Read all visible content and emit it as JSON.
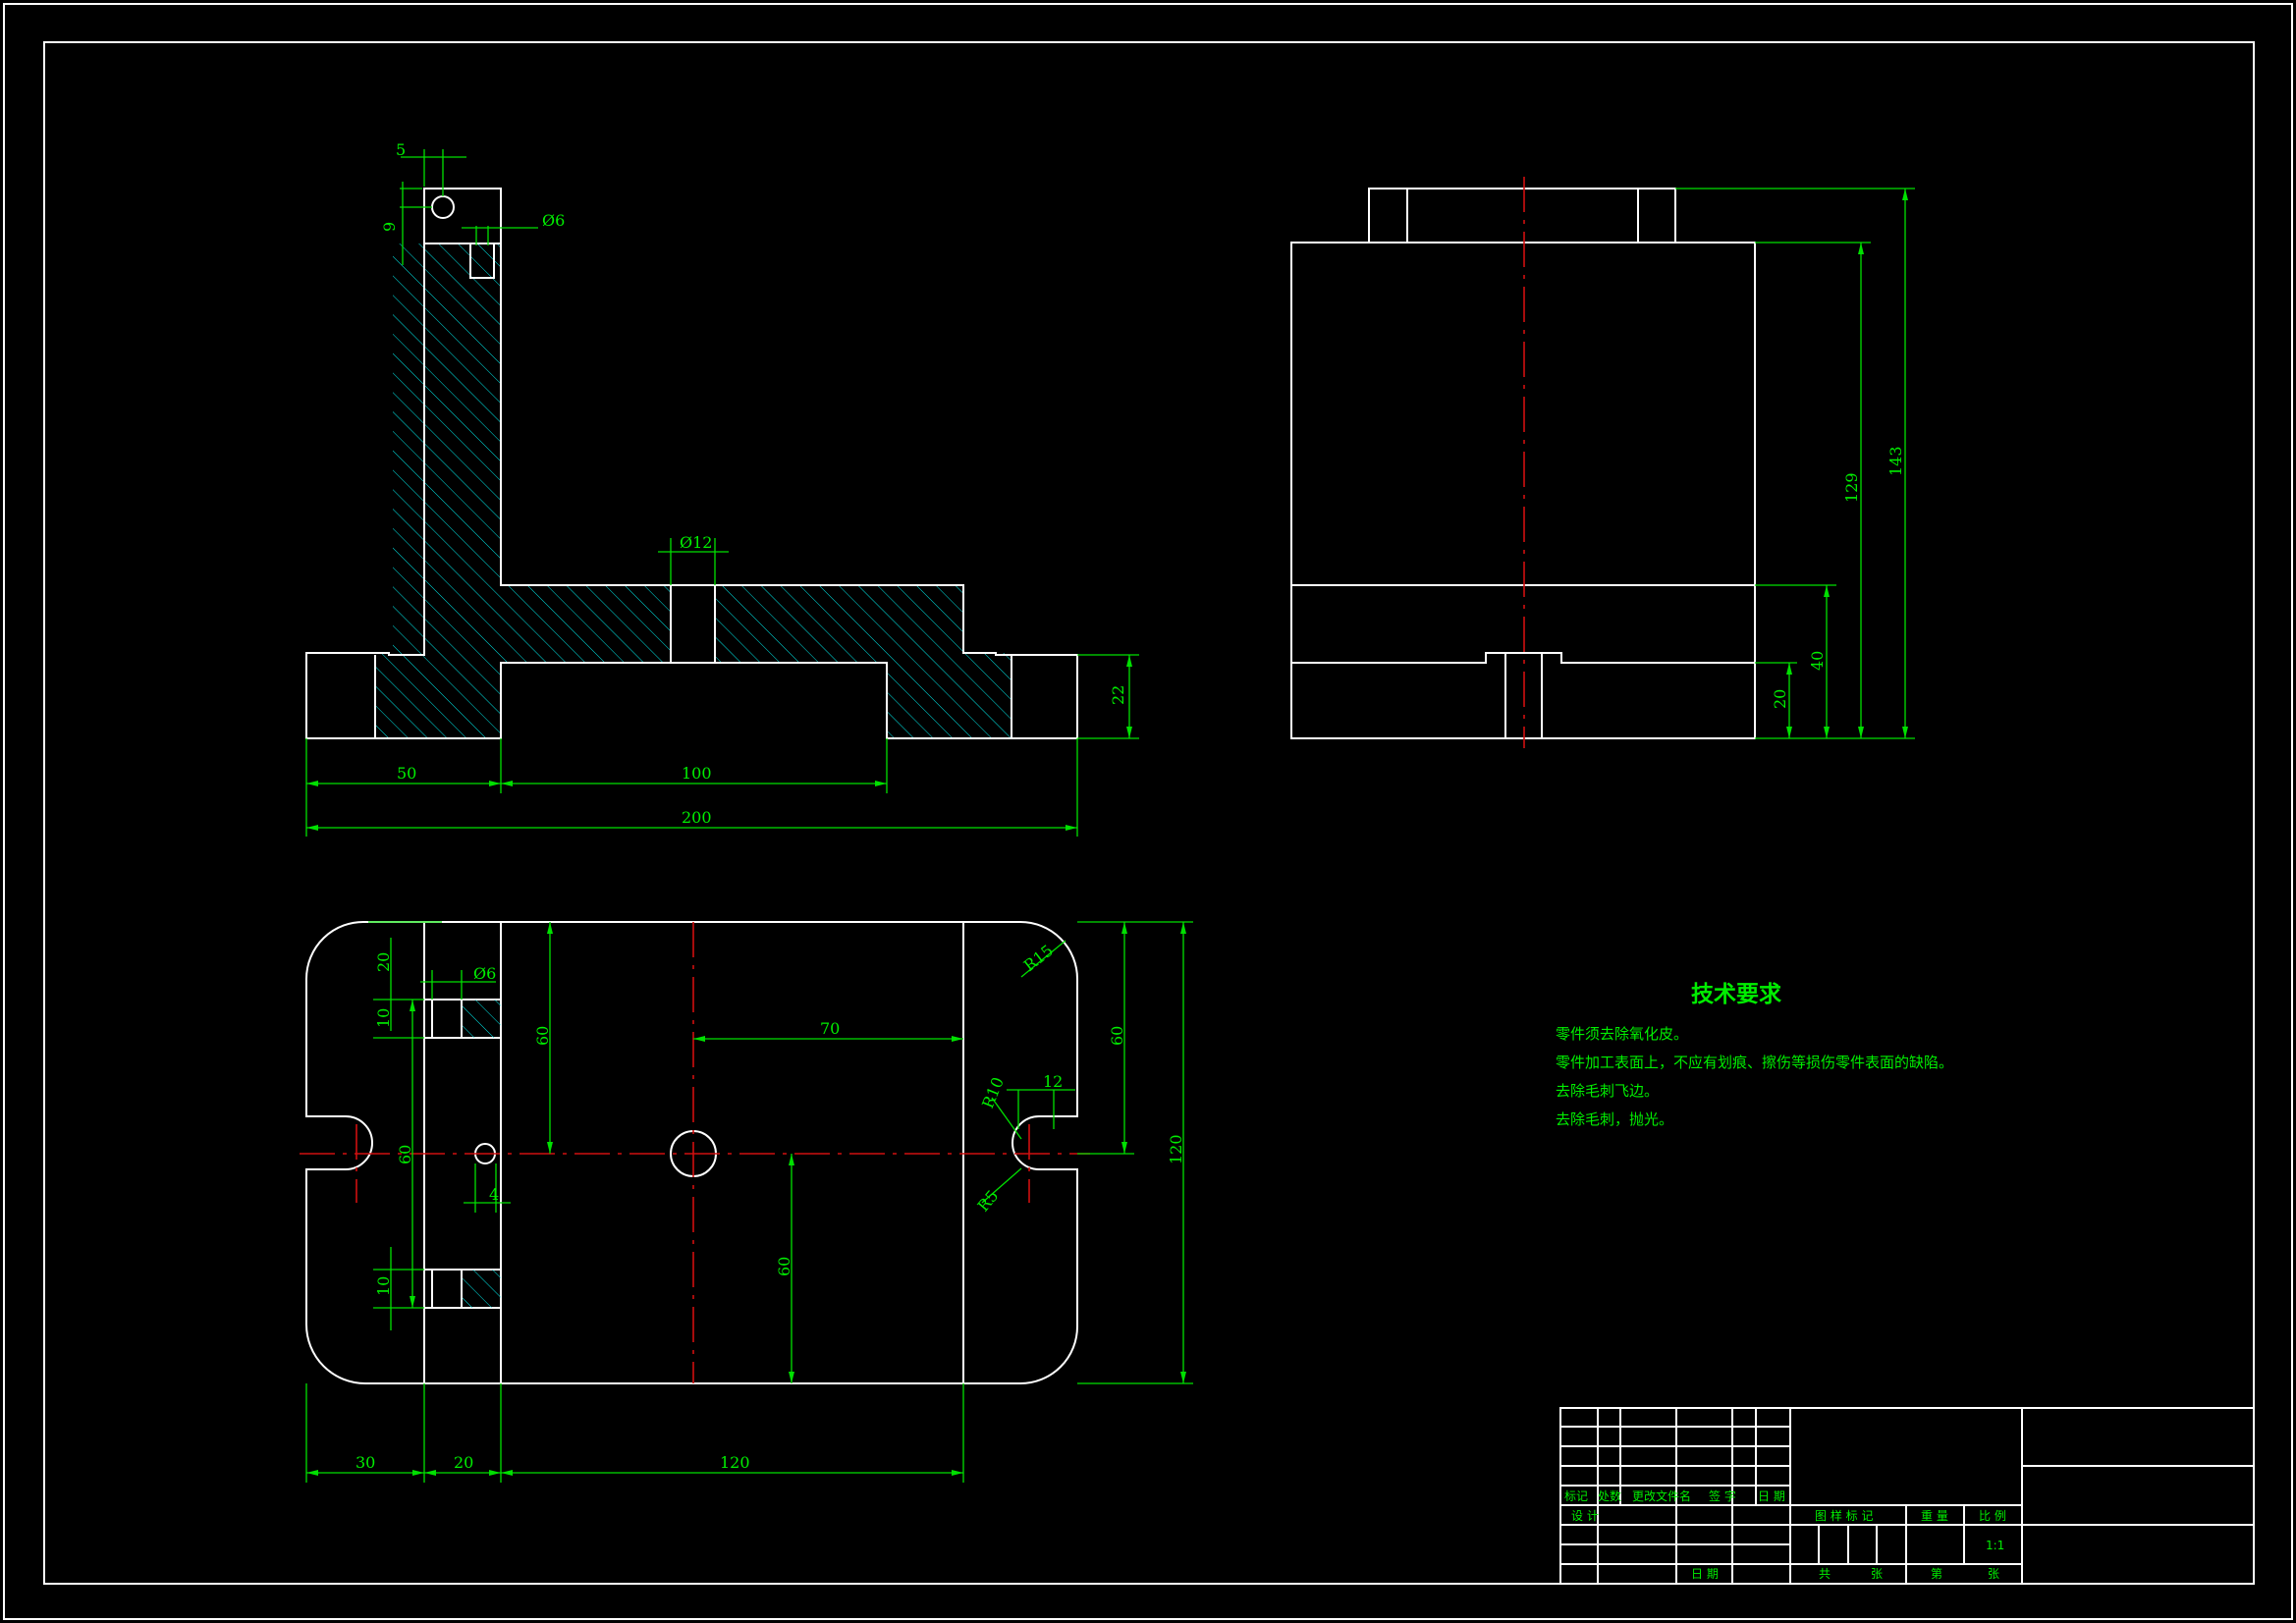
{
  "drawing": {
    "front_view_dims": {
      "d1": "5",
      "d2": "9",
      "d3": "Ø6",
      "d4": "Ø12",
      "d5": "22",
      "d6": "50",
      "d7": "100",
      "d8": "200"
    },
    "side_view_dims": {
      "d1": "143",
      "d2": "129",
      "d3": "40",
      "d4": "20"
    },
    "top_view_dims": {
      "d1": "20",
      "d2": "Ø6",
      "d3": "10",
      "d4": "60",
      "d5": "70",
      "d6": "R15",
      "d7": "60",
      "d8": "120",
      "d9": "12",
      "d10": "R10",
      "d11": "60",
      "d12": "4",
      "d13": "R5",
      "d14": "60",
      "d15": "10",
      "d16": "30",
      "d17": "20",
      "d18": "120"
    },
    "tech_requirements": {
      "title": "技术要求",
      "items": [
        "零件须去除氧化皮。",
        "零件加工表面上，不应有划痕、擦伤等损伤零件表面的缺陷。",
        "去除毛刺飞边。",
        "去除毛刺，抛光。"
      ]
    },
    "title_block": {
      "c1": "标记",
      "c2": "处数",
      "c3": "更改文件名",
      "c4": "签  字",
      "c5": "日 期",
      "c6": "设 计",
      "c7": "日 期",
      "c8": "图 样 标 记",
      "c9": "重 量",
      "c10": "比 例",
      "c11": "1:1",
      "c12": "共",
      "c13": "张",
      "c14": "第",
      "c15": "张"
    }
  },
  "colors": {
    "outline": "#ffffff",
    "dimension": "#00e000",
    "centerline": "#d01010",
    "hatch": "#00ffff",
    "background": "#000000"
  }
}
